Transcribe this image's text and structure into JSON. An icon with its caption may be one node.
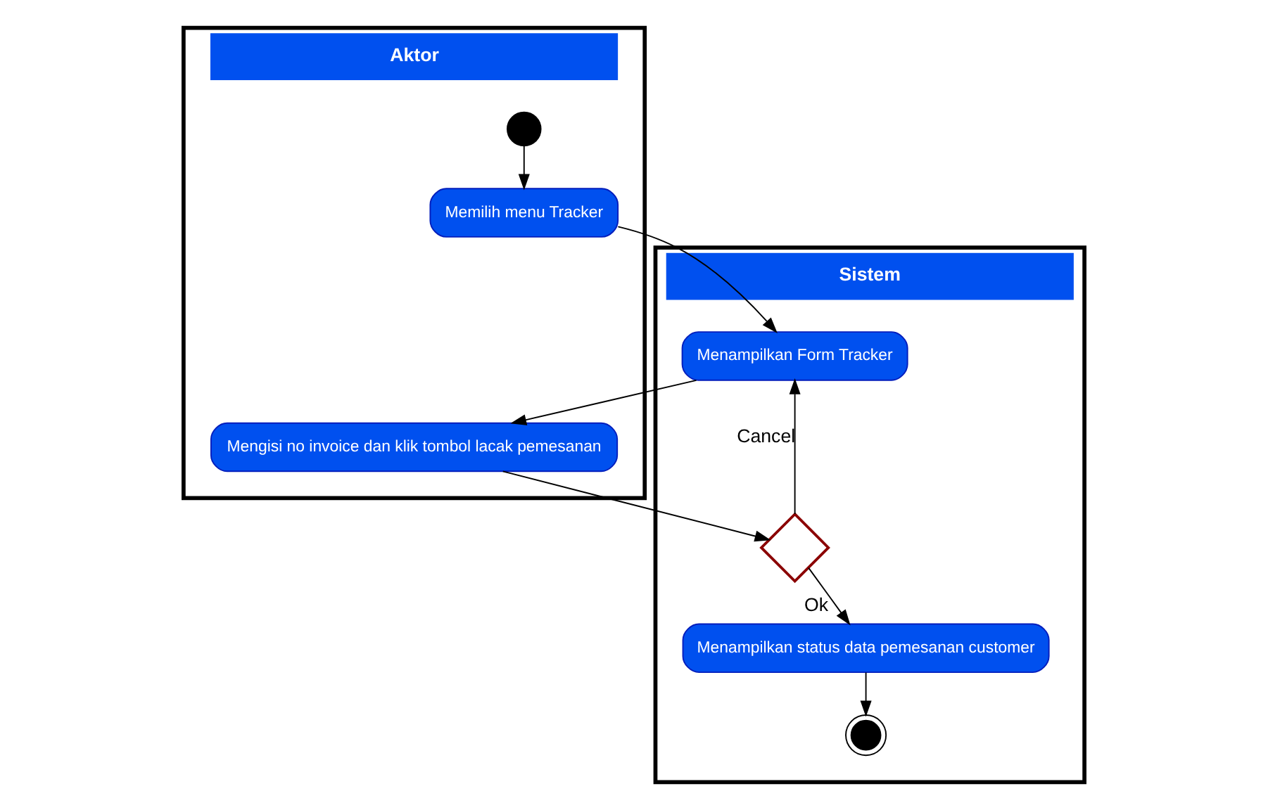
{
  "diagram": {
    "nodes": [
      {
        "text": [
          "Aktor"
        ]
      },
      {
        "text": [
          "Sistem"
        ]
      },
      {
        "text": [],
        "shape": "circle",
        "in": 0
      },
      {
        "text": [
          "Memilih menu Tracker"
        ],
        "in": 0
      },
      {
        "text": [
          "Mengisi no invoice dan klik tombol lacak pemesanan"
        ],
        "in": 0
      },
      {
        "text": [
          "Menampilkan Form Tracker"
        ],
        "in": 1
      },
      {
        "text": [],
        "shape": "diamond",
        "in": 1
      },
      {
        "text": [
          "Menampilkan status data pemesanan customer"
        ],
        "in": 1
      },
      {
        "text": [],
        "shape": "bullseye",
        "in": 1
      }
    ],
    "edges": [
      {
        "from": 2,
        "to": 3,
        "arrow": "to"
      },
      {
        "from": 3,
        "to": 5,
        "arrow": "to"
      },
      {
        "from": 5,
        "to": 4,
        "arrow": "to"
      },
      {
        "from": 4,
        "to": 6,
        "arrow": "to"
      },
      {
        "from": 6,
        "to": 5,
        "arrow": "to",
        "label": "Cancel"
      },
      {
        "from": 6,
        "to": 7,
        "arrow": "to",
        "label": "Ok"
      },
      {
        "from": 7,
        "to": 8,
        "arrow": "to"
      }
    ]
  }
}
